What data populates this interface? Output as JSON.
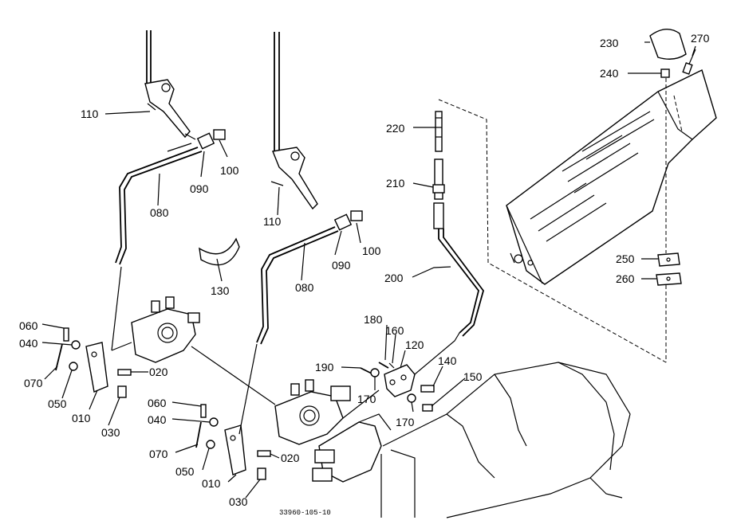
{
  "labels": {
    "p230": "230",
    "p270": "270",
    "p240": "240",
    "p110a": "110",
    "p100a": "100",
    "p090a": "090",
    "p080a": "080",
    "p220": "220",
    "p210": "210",
    "p200": "200",
    "p110b": "110",
    "p100b": "100",
    "p090b": "090",
    "p080b": "080",
    "p130": "130",
    "p250": "250",
    "p260": "260",
    "p180": "180",
    "p160": "160",
    "p120": "120",
    "p190": "190",
    "p140": "140",
    "p150": "150",
    "p170a": "170",
    "p170b": "170",
    "p060a": "060",
    "p040a": "040",
    "p070a": "070",
    "p050a": "050",
    "p010a": "010",
    "p030a": "030",
    "p020a": "020",
    "p060b": "060",
    "p040b": "040",
    "p070b": "070",
    "p050b": "050",
    "p010b": "010",
    "p030b": "030",
    "p020b": "020"
  },
  "footer": {
    "drawing_code": "33960-105-10"
  }
}
